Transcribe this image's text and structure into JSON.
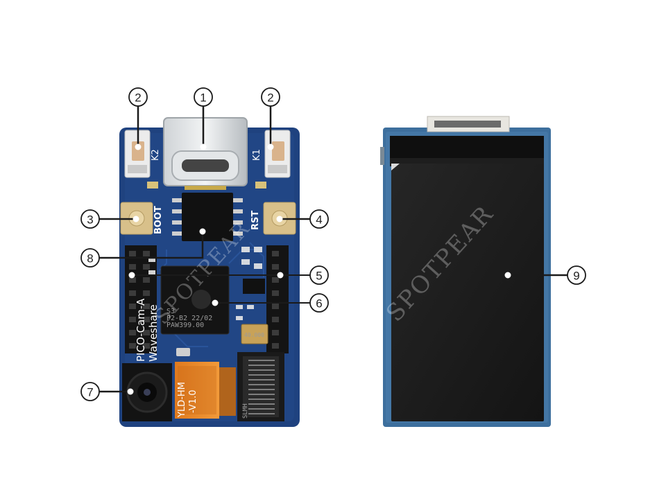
{
  "board": {
    "model_label": "PICO-Cam-A",
    "brand_label": "Waveshare",
    "btn_k1_label": "K1",
    "btn_k2_label": "K2",
    "boot_label": "BOOT",
    "rst_label": "RST",
    "mcu_marking_line1": "S3",
    "mcu_marking_line2": "P2-B2  22/02",
    "mcu_marking_line3": "PAW399.00",
    "flex_label_line1": "YLD-HM",
    "flex_label_line2": "-V1.0",
    "crystal_marking": "40.000",
    "fpc_marking": "SLMH"
  },
  "watermark": {
    "left": "SPOTPEAR",
    "right": "SPOTPEAR"
  },
  "callouts": [
    {
      "number": "1",
      "target": "usb-c-connector"
    },
    {
      "number": "2",
      "target": "button-k2"
    },
    {
      "number": "2",
      "target": "button-k1"
    },
    {
      "number": "3",
      "target": "boot-button"
    },
    {
      "number": "4",
      "target": "reset-button"
    },
    {
      "number": "5",
      "target": "pin-headers"
    },
    {
      "number": "6",
      "target": "mcu-chip"
    },
    {
      "number": "7",
      "target": "camera-module"
    },
    {
      "number": "8",
      "target": "flash-chip"
    },
    {
      "number": "9",
      "target": "lcd-display"
    }
  ],
  "colors": {
    "pcb": "#1e3f7a",
    "pcb_dark": "#15305e",
    "lcd_glass": "#1c1c1c",
    "lcd_frame": "#2a5d8a",
    "flex_cable": "#e8882a"
  }
}
